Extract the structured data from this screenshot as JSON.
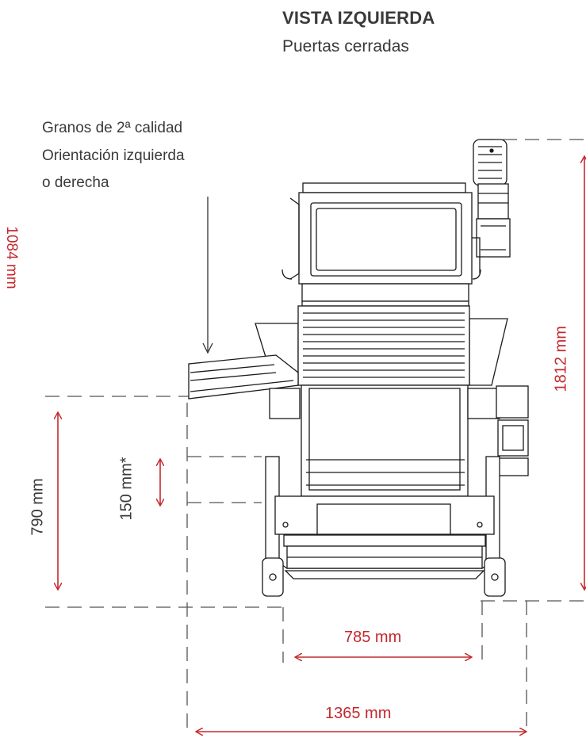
{
  "header": {
    "title": "VISTA IZQUIERDA",
    "subtitle": "Puertas cerradas"
  },
  "annotation": {
    "lines": [
      "Granos de 2ª calidad",
      "Orientación izquierda",
      "o derecha"
    ]
  },
  "dimensions": {
    "left_side": "1084 mm",
    "total_height": "1812 mm",
    "outlet_height": "790 mm",
    "adjust": "150 mm*",
    "wheel_base": "785 mm",
    "total_width": "1365 mm"
  },
  "colors": {
    "dimension": "#c4292e",
    "text": "#3a3a3a",
    "drawing": "#1a1a1a",
    "guide": "#555555"
  }
}
